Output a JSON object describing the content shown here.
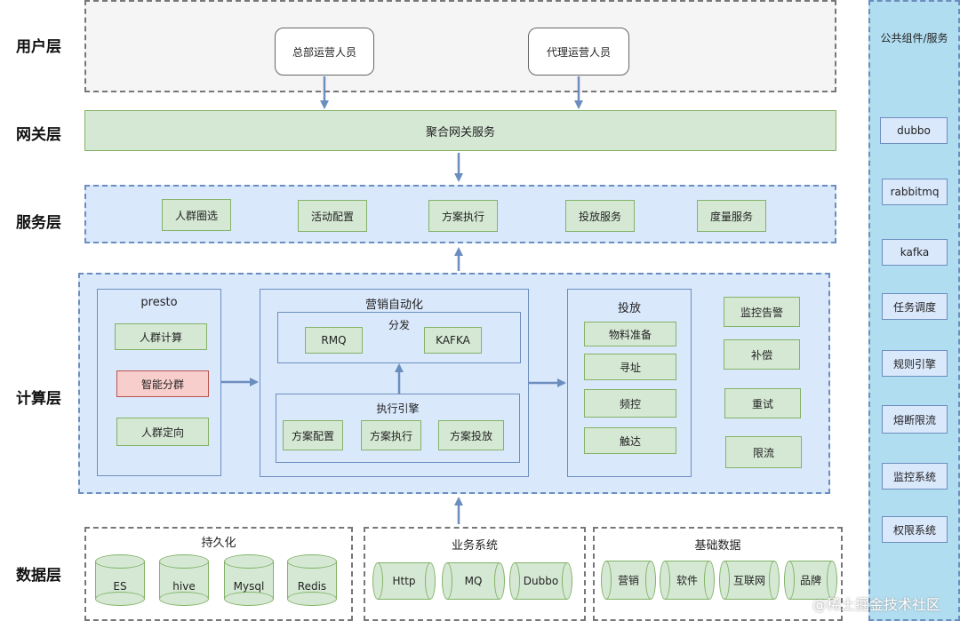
{
  "layers": {
    "user": "用户层",
    "gateway": "网关层",
    "service": "服务层",
    "compute": "计算层",
    "data": "数据层"
  },
  "user_layer": {
    "hq_ops": "总部运营人员",
    "agent_ops": "代理运营人员"
  },
  "gateway_layer": {
    "aggregate": "聚合网关服务"
  },
  "service_layer": {
    "items": [
      "人群圈选",
      "活动配置",
      "方案执行",
      "投放服务",
      "度量服务"
    ]
  },
  "compute_layer": {
    "presto": {
      "title": "presto",
      "items": [
        "人群计算",
        "智能分群",
        "人群定向"
      ]
    },
    "marketing": {
      "title": "营销自动化",
      "dispatch": {
        "title": "分发",
        "items": [
          "RMQ",
          "KAFKA"
        ]
      },
      "engine": {
        "title": "执行引擎",
        "items": [
          "方案配置",
          "方案执行",
          "方案投放"
        ]
      }
    },
    "delivery": {
      "title": "投放",
      "items": [
        "物料准备",
        "寻址",
        "频控",
        "触达"
      ]
    },
    "ops": [
      "监控告警",
      "补偿",
      "重试",
      "限流"
    ]
  },
  "data_layer": {
    "persistence": {
      "title": "持久化",
      "items": [
        "ES",
        "hive",
        "Mysql",
        "Redis"
      ]
    },
    "business": {
      "title": "业务系统",
      "items": [
        "Http",
        "MQ",
        "Dubbo"
      ]
    },
    "basic": {
      "title": "基础数据",
      "items": [
        "营销",
        "软件",
        "互联网",
        "品牌"
      ]
    }
  },
  "public": {
    "title": "公共组件/服务",
    "items": [
      "dubbo",
      "rabbitmq",
      "kafka",
      "任务调度",
      "规则引擎",
      "熔断限流",
      "监控系统",
      "权限系统"
    ]
  },
  "watermark": "@稀土掘金技术社区",
  "colors": {
    "arrow": "#6c8ebf",
    "green_fill": "#d5e8d4",
    "blue_fill": "#dae8fc",
    "red_fill": "#f8cecc"
  }
}
